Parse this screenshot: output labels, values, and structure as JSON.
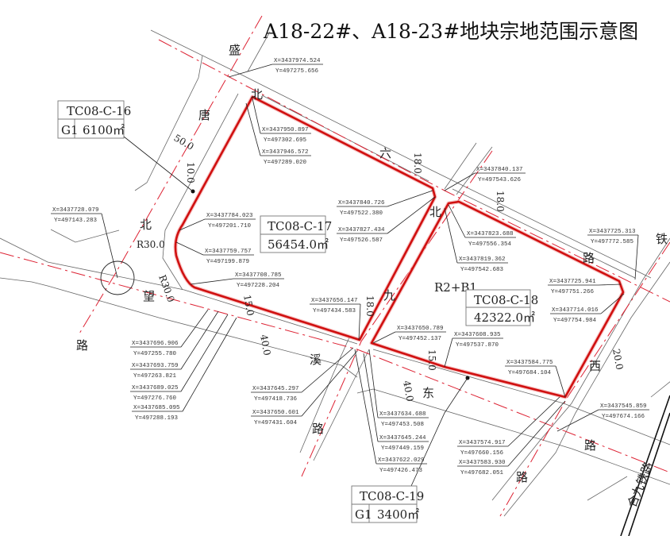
{
  "title": "A18-22#、A18-23#地块宗地范围示意图",
  "parcels": {
    "c16": {
      "id": "TC08-C-16",
      "use": "G1",
      "area": "6100㎡"
    },
    "c17": {
      "id": "TC08-C-17",
      "area": "56454.0㎡"
    },
    "c18": {
      "id": "TC08-C-18",
      "area": "42322.0㎡",
      "use": "R2+B1"
    },
    "c19": {
      "id": "TC08-C-19",
      "use": "G1",
      "area": "3400㎡"
    }
  },
  "road_chars": [
    "盛",
    "唐",
    "北",
    "北",
    "北",
    "六",
    "路",
    "铁",
    "九",
    "溪",
    "东",
    "路",
    "路",
    "西",
    "路",
    "路",
    "望"
  ],
  "railway": "合九铁路",
  "dimensions": [
    "50.0",
    "10.0",
    "R30.0",
    "R30.0",
    "15.0",
    "40.0",
    "18.0",
    "18.0",
    "18.0",
    "15.0",
    "40.0",
    "20.0"
  ],
  "coords": [
    {
      "x": "X=3437974.524",
      "y": "Y=497275.656"
    },
    {
      "x": "X=3437950.897",
      "y": "Y=497302.695"
    },
    {
      "x": "X=3437946.572",
      "y": "Y=497289.020"
    },
    {
      "x": "X=3437728.079",
      "y": "Y=497143.283"
    },
    {
      "x": "X=3437784.023",
      "y": "Y=497201.710"
    },
    {
      "x": "X=3437759.757",
      "y": "Y=497199.879"
    },
    {
      "x": "X=3437708.785",
      "y": "Y=497228.204"
    },
    {
      "x": "X=3437840.726",
      "y": "Y=497522.380"
    },
    {
      "x": "X=3437827.434",
      "y": "Y=497526.587"
    },
    {
      "x": "X=3437840.137",
      "y": "Y=497543.626"
    },
    {
      "x": "X=3437823.688",
      "y": "Y=497556.354"
    },
    {
      "x": "X=3437819.362",
      "y": "Y=497542.683"
    },
    {
      "x": "X=3437725.313",
      "y": "Y=497772.585"
    },
    {
      "x": "X=3437725.941",
      "y": "Y=497751.266"
    },
    {
      "x": "X=3437714.016",
      "y": "Y=497754.984"
    },
    {
      "x": "X=3437656.147",
      "y": "Y=497434.583"
    },
    {
      "x": "X=3437650.789",
      "y": "Y=497452.137"
    },
    {
      "x": "X=3437608.935",
      "y": "Y=497537.870"
    },
    {
      "x": "X=3437584.775",
      "y": "Y=497684.104"
    },
    {
      "x": "X=3437696.906",
      "y": "Y=497255.780"
    },
    {
      "x": "X=3437693.759",
      "y": "Y=497263.821"
    },
    {
      "x": "X=3437689.025",
      "y": "Y=497276.760"
    },
    {
      "x": "X=3437685.095",
      "y": "Y=497288.193"
    },
    {
      "x": "X=3437645.297",
      "y": "Y=497418.736"
    },
    {
      "x": "X=3437650.601",
      "y": "Y=497431.604"
    },
    {
      "x": "X=3437634.688",
      "y": "Y=497453.508"
    },
    {
      "x": "X=3437645.244",
      "y": "Y=497449.159"
    },
    {
      "x": "X=3437622.029",
      "y": "Y=497426.473"
    },
    {
      "x": "X=3437574.917",
      "y": "Y=497660.156"
    },
    {
      "x": "X=3437583.930",
      "y": "Y=497682.051"
    },
    {
      "x": "X=3437545.859",
      "y": "Y=497674.166"
    }
  ],
  "colors": {
    "boundary": "#d01010",
    "centerline": "#dd2233"
  }
}
